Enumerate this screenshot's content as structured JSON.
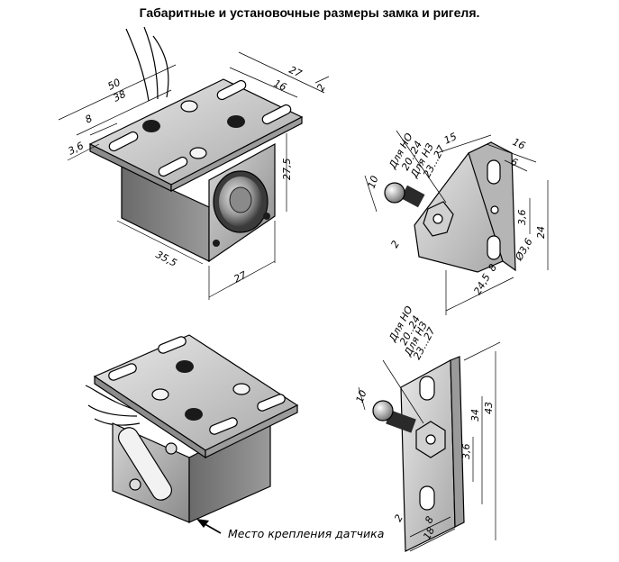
{
  "title": "Габаритные и установочные размеры замка и ригеля.",
  "lock_top": {
    "dims": [
      "50",
      "38",
      "8",
      "3,6",
      "27",
      "16",
      "2",
      "27,5",
      "35,5",
      "27"
    ]
  },
  "bolt_top": {
    "labels": [
      "Для НО",
      "20..24",
      "Для НЗ",
      "23...27"
    ],
    "dims": [
      "15",
      "16",
      "6",
      "10",
      "3,6",
      "24",
      "Ø3,6",
      "2",
      "8",
      "24,5"
    ]
  },
  "bolt_bottom": {
    "labels": [
      "Для НО",
      "20..24",
      "Для НЗ",
      "23...27"
    ],
    "dims": [
      "10",
      "34",
      "43",
      "3,6",
      "2",
      "8",
      "18"
    ]
  },
  "lock_bottom": {
    "sensor_note": "Место крепления датчика"
  },
  "colors": {
    "metal": "#c9c9c9",
    "metal_dark": "#8f8f8f",
    "shadow": "#5b5b5b",
    "hole": "#1a1a1a"
  }
}
